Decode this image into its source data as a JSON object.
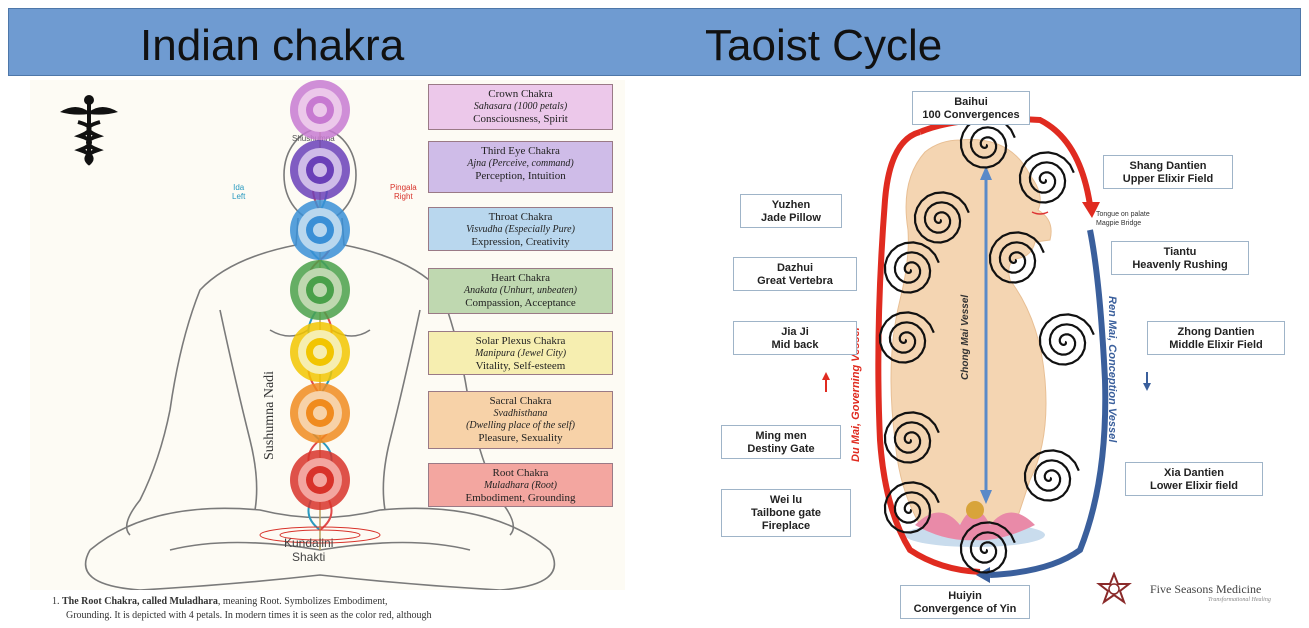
{
  "header": {
    "left_title": "Indian chakra",
    "right_title": "Taoist Cycle",
    "color": "#6f9bd1"
  },
  "left": {
    "shushumna": "Shushumna",
    "ida": "Ida\nLeft",
    "pingala": "Pingala\nRight",
    "sushumna_nadi": "Sushumna Nadi",
    "kundalini": "Kundalini\nShakti",
    "chakras": [
      {
        "name": "Crown Chakra",
        "sanskrit": "Sahasara (1000 petals)",
        "meaning": "Consciousness, Spirit",
        "fill": "#ecc8ea",
        "color": "#c77ad1"
      },
      {
        "name": "Third Eye Chakra",
        "sanskrit": "Ajna (Perceive, command)",
        "meaning": "Perception, Intuition",
        "fill": "#cfbce8",
        "color": "#6a3fb8"
      },
      {
        "name": "Throat Chakra",
        "sanskrit": "Visvudha (Especially Pure)",
        "meaning": "Expression, Creativity",
        "fill": "#b9d7ee",
        "color": "#3a8fd6"
      },
      {
        "name": "Heart Chakra",
        "sanskrit": "Anakata (Unhurt, unbeaten)",
        "meaning": "Compassion, Acceptance",
        "fill": "#bfd8b0",
        "color": "#4aa04a"
      },
      {
        "name": "Solar Plexus Chakra",
        "sanskrit": "Manipura (Jewel City)",
        "meaning": "Vitality, Self-esteem",
        "fill": "#f6eeb0",
        "color": "#f2c500"
      },
      {
        "name": "Sacral Chakra",
        "sanskrit": "Svadhisthana",
        "sanskrit2": "(Dwelling place of the self)",
        "meaning": "Pleasure, Sexuality",
        "fill": "#f7d2a8",
        "color": "#f08b1e"
      },
      {
        "name": "Root Chakra",
        "sanskrit": "Muladhara (Root)",
        "meaning": "Embodiment, Grounding",
        "fill": "#f3a6a0",
        "color": "#d8322a"
      }
    ],
    "footnote_bold": "The Root Chakra, called Muladhara",
    "footnote_line1": ", meaning Root. Symbolizes Embodiment,",
    "footnote_line2": "Grounding. It is depicted with 4 petals. In modern times it is seen as the color red, although",
    "footnote_number": "1."
  },
  "right": {
    "points": [
      {
        "l1": "Baihui",
        "l2": "100 Convergences"
      },
      {
        "l1": "Shang Dantien",
        "l2": "Upper Elixir Field"
      },
      {
        "l1": "Yuzhen",
        "l2": "Jade Pillow"
      },
      {
        "l1": "Tiantu",
        "l2": "Heavenly Rushing"
      },
      {
        "l1": "Dazhui",
        "l2": "Great Vertebra"
      },
      {
        "l1": "Jia Ji",
        "l2": "Mid back"
      },
      {
        "l1": "Zhong Dantien",
        "l2": "Middle Elixir Field"
      },
      {
        "l1": "Ming men",
        "l2": "Destiny Gate"
      },
      {
        "l1": "Xia Dantien",
        "l2": "Lower Elixir field"
      },
      {
        "l1": "Wei lu",
        "l2": "Tailbone gate",
        "l3": "Fireplace"
      },
      {
        "l1": "Huiyin",
        "l2": "Convergence of Yin"
      }
    ],
    "tongue_note": "Tongue on palate\nMagpie Bridge",
    "du_mai": "Du Mai, Governing Vessel",
    "ren_mai": "Ren Mai, Conception Vessel",
    "chong_mai": "Chong Mai Vessel",
    "brand": "Five Seasons Medicine",
    "brand_sub": "Transformational Healing",
    "du_color": "#e02b20",
    "ren_color": "#3a5f9c"
  }
}
